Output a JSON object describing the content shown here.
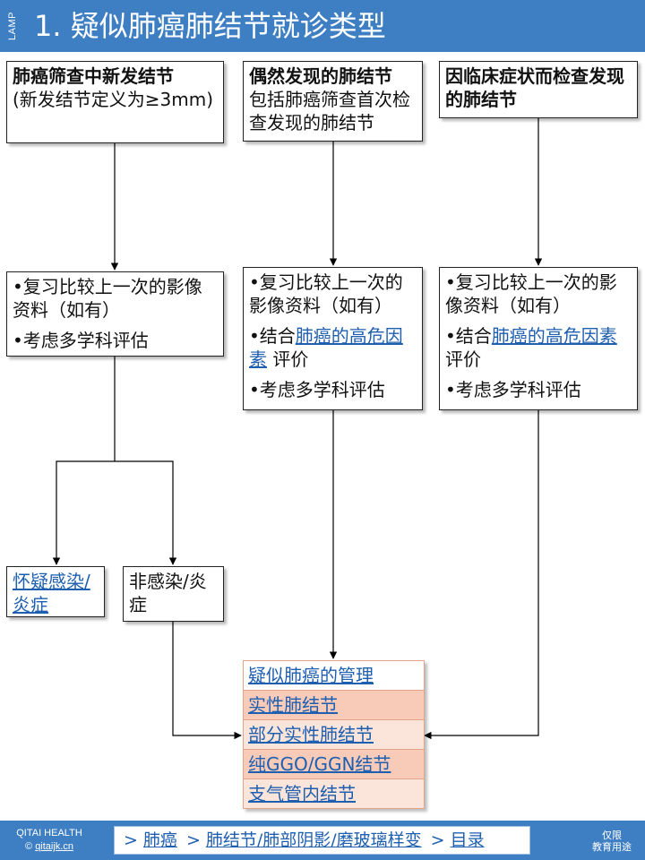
{
  "header": {
    "side_label": "LAMP",
    "title": "1. 疑似肺癌肺结节就诊类型"
  },
  "columns": [
    {
      "top_box": {
        "heading": "肺癌筛查中新发结节",
        "detail": "(新发结节定义为≥3mm)"
      },
      "review_box": {
        "item1": "•复习比较上一次的影像资料（如有）",
        "item2": "•考虑多学科评估"
      }
    },
    {
      "top_box": {
        "heading": "偶然发现的肺结节",
        "detail": "包括肺癌筛查首次检查发现的肺结节"
      },
      "review_box": {
        "item1": "•复习比较上一次的影像资料（如有）",
        "item2_prefix": "•结合",
        "item2_link": "肺癌的高危因素",
        "item2_suffix": " 评价",
        "item3": "•考虑多学科评估"
      }
    },
    {
      "top_box": {
        "heading": "因临床症状而检查发现的肺结节"
      },
      "review_box": {
        "item1": "•复习比较上一次的影像资料（如有）",
        "item2_prefix": "•结合",
        "item2_link": "肺癌的高危因素",
        "item2_suffix": " 评价",
        "item3": "•考虑多学科评估"
      }
    }
  ],
  "branches": {
    "infection": "怀疑感染/炎症",
    "non_infection": "非感染/炎症"
  },
  "management": [
    "疑似肺癌的管理",
    "实性肺结节",
    "部分实性肺结节",
    "纯GGO/GGN结节",
    "支气管内结节"
  ],
  "footer": {
    "brand_line1": "QITAI HEALTH",
    "brand_copyright": "©",
    "brand_link": "qitaijk.cn",
    "breadcrumb": [
      {
        "sep": ">",
        "label": "肺癌"
      },
      {
        "sep": ">",
        "label": "肺结节/肺部阴影/磨玻璃样变"
      },
      {
        "sep": ">",
        "label": "目录"
      }
    ],
    "edu_line1": "仅限",
    "edu_line2": "教育用途"
  },
  "colors": {
    "header_blue": "#3e7fc4",
    "link_blue": "#1f5fb0",
    "stack_dark": "#f8cbb9",
    "stack_light": "#fbe4da"
  }
}
